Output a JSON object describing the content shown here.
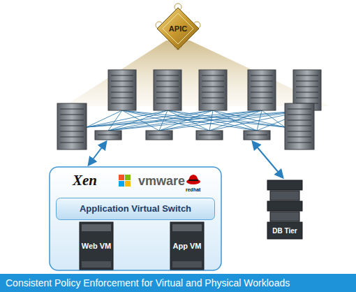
{
  "diagram": {
    "caption": "Consistent Policy Enforcement for Virtual and Physical Workloads",
    "nodes": [
      {
        "text": [
          "APIC"
        ]
      },
      {
        "text": [
          "Xen",
          "vmware",
          "redhat"
        ]
      },
      {
        "text": [
          "Application Virtual Switch"
        ],
        "in": 1
      },
      {
        "text": [
          "Web VM"
        ],
        "in": 1
      },
      {
        "text": [
          "App VM"
        ],
        "in": 1
      },
      {
        "text": [
          "DB Tier"
        ]
      }
    ]
  }
}
